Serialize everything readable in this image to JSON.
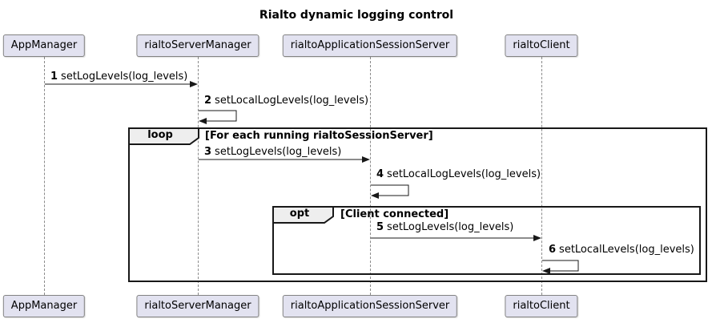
{
  "diagram": {
    "title": "Rialto dynamic logging control",
    "type": "uml-sequence-diagram"
  },
  "participants": [
    {
      "name": "AppManager"
    },
    {
      "name": "rialtoServerManager"
    },
    {
      "name": "rialtoApplicationSessionServer"
    },
    {
      "name": "rialtoClient"
    }
  ],
  "frames": [
    {
      "operator": "loop",
      "guard": "[For each running rialtoSessionServer]"
    },
    {
      "operator": "opt",
      "guard": "[Client connected]"
    }
  ],
  "messages": [
    {
      "num": "1",
      "text": "setLogLevels(log_levels)",
      "from": "AppManager",
      "to": "rialtoServerManager"
    },
    {
      "num": "2",
      "text": "setLocalLogLevels(log_levels)",
      "from": "rialtoServerManager",
      "to": "rialtoServerManager"
    },
    {
      "num": "3",
      "text": "setLogLevels(log_levels)",
      "from": "rialtoServerManager",
      "to": "rialtoApplicationSessionServer"
    },
    {
      "num": "4",
      "text": "setLocalLogLevels(log_levels)",
      "from": "rialtoApplicationSessionServer",
      "to": "rialtoApplicationSessionServer"
    },
    {
      "num": "5",
      "text": "setLogLevels(log_levels)",
      "from": "rialtoApplicationSessionServer",
      "to": "rialtoClient"
    },
    {
      "num": "6",
      "text": "setLocalLevels(log_levels)",
      "from": "rialtoClient",
      "to": "rialtoClient"
    }
  ],
  "colors": {
    "background": "#FFFFFF",
    "participant_fill": "#E2E2F0",
    "participant_border": "#828282",
    "lifeline": "#8A8A8A",
    "frame_border": "#181818",
    "frame_label_fill": "#EEEEEE",
    "arrow": "#181818",
    "text": "#000000"
  }
}
